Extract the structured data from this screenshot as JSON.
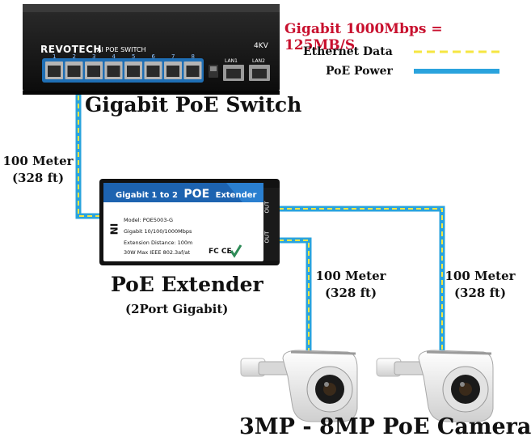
{
  "legend": {
    "title": "Gigabit 1000Mbps = 125MB/S",
    "ethernet_label": "Ethernet Data",
    "poe_label": "PoE Power"
  },
  "colors": {
    "ethernet": "#f5e642",
    "poe": "#2aa3dd",
    "title_red": "#c8102e"
  },
  "switch": {
    "brand": "REVOTECH",
    "model": "AI POE SWITCH",
    "badge": "4KV",
    "port_numbers": [
      "1",
      "2",
      "3",
      "4",
      "5",
      "6",
      "7",
      "8"
    ],
    "uplink_labels": [
      "LAN1",
      "LAN2"
    ],
    "caption": "Gigabit PoE Switch"
  },
  "cable_1": {
    "distance": "100 Meter",
    "distance_ft": "(328 ft)"
  },
  "extender": {
    "header": "Gigabit 1 to 2",
    "header_big": "POE",
    "header_tail": "Extender",
    "in_label": "IN",
    "out_labels": [
      "OUT",
      "OUT"
    ],
    "specs": [
      "Model: POE5003-G",
      "Gigabit 10/100/1000Mbps",
      "Extension Distance: 100m",
      "30W Max  IEEE 802.3af/at"
    ],
    "cert": "FC CE",
    "caption": "PoE Extender",
    "subcaption": "(2Port Gigabit)"
  },
  "cable_2": {
    "distance": "100 Meter",
    "distance_ft": "(328 ft)"
  },
  "cable_3": {
    "distance": "100 Meter",
    "distance_ft": "(328 ft)"
  },
  "camera": {
    "caption": "3MP - 8MP PoE Camera"
  }
}
